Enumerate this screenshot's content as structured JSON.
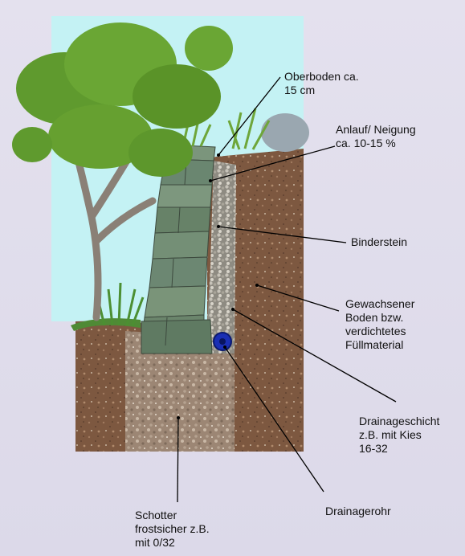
{
  "diagram": {
    "labels": {
      "topsoil": "Oberboden ca.\n15 cm",
      "batter": "Anlauf/ Neigung\nca. 10-15 %",
      "binder_stone": "Binderstein",
      "native_soil": "Gewachsener\nBoden bzw.\nverdichtetes\nFüllmaterial",
      "drainage_layer": "Drainageschicht\nz.B. mit Kies\n16-32",
      "drain_pipe": "Drainagerohr",
      "gravel_base": "Schotter\nfrostsicher z.B.\nmit 0/32"
    },
    "colors": {
      "sky": "#c4f2f4",
      "soil": "#7d5840",
      "stone": "#6f8b72",
      "gravel": "#a9a59a",
      "base_gravel": "#a28b77",
      "pipe": "#1a2fb4",
      "leaf": "#5f9a2e",
      "trunk": "#8a8076"
    }
  }
}
